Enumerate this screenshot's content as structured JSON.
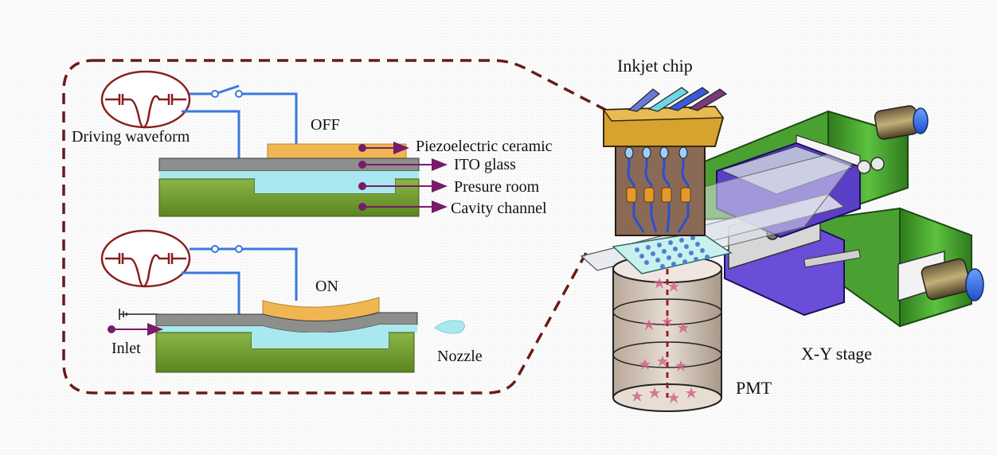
{
  "figure": {
    "state_off": "OFF",
    "state_on": "ON",
    "driving_waveform": "Driving waveform",
    "layers": {
      "piezo": "Piezoelectric ceramic",
      "ito": "ITO glass",
      "pressure": "Presure room",
      "cavity": "Cavity channel"
    },
    "inlet": "Inlet",
    "nozzle": "Nozzle",
    "inkjet_chip": "Inkjet chip",
    "xy_stage": "X-Y stage",
    "pmt": "PMT"
  },
  "colors": {
    "dash_outline": "#6b1a1a",
    "wire": "#3a78e0",
    "piezo": "#f0b652",
    "ito": "#8c8f8c",
    "channel": "#a9e8ef",
    "cavity": "#6f9a2e",
    "arrow": "#7a1a6a",
    "stage_green": "#3f9a2a",
    "stage_purple": "#5a3fc7",
    "chip_brown": "#8a6a55",
    "chip_top": "#d7a22e"
  }
}
